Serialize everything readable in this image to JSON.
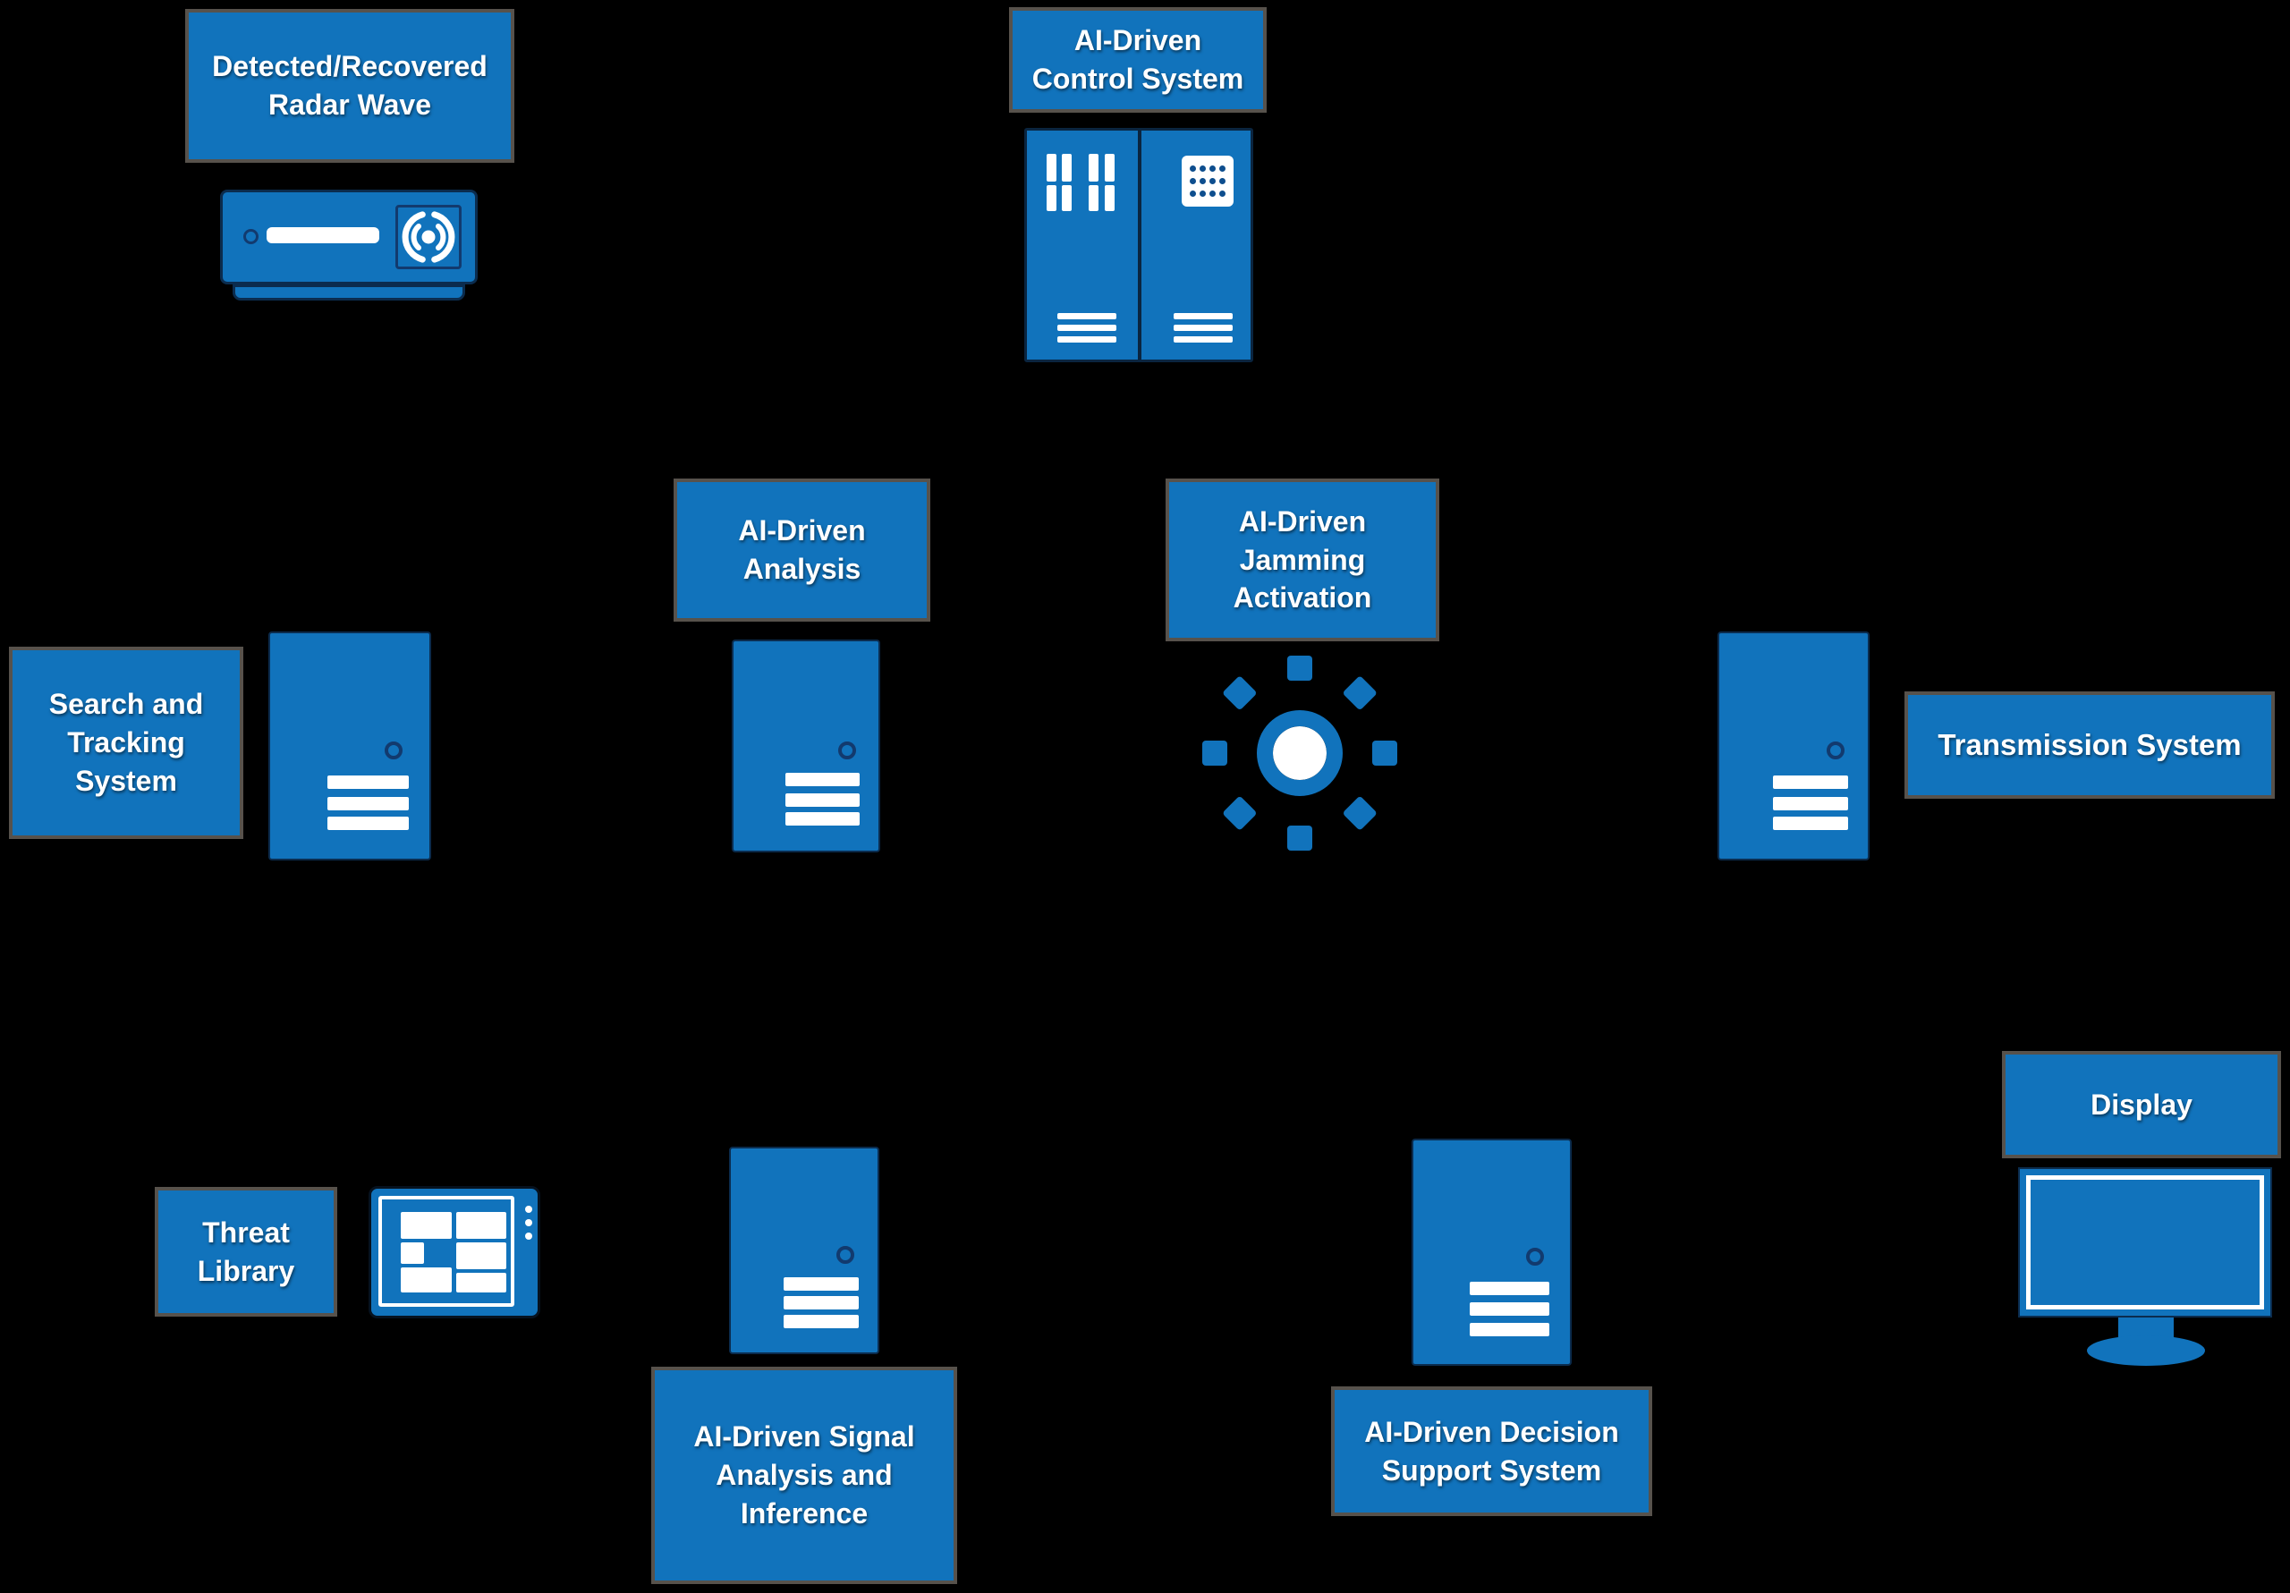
{
  "diagram": {
    "background": "#000000",
    "accent_blue": "#1173bc",
    "label_box_border": "#57524c",
    "text_color": "#ffffff",
    "nodes": {
      "detected_radar_wave": {
        "label": "Detected/Recovered\nRadar Wave",
        "icon": "radar-receiver-icon"
      },
      "control_system": {
        "label": "AI-Driven\nControl System",
        "icon": "server-cabinet-icon"
      },
      "analysis": {
        "label": "AI-Driven\nAnalysis",
        "icon": "server-tower-icon"
      },
      "jamming_activation": {
        "label": "AI-Driven\nJamming\nActivation",
        "icon": "gear-icon"
      },
      "search_tracking": {
        "label": "Search and\nTracking\nSystem",
        "icon": "server-tower-icon"
      },
      "transmission": {
        "label": "Transmission System",
        "icon": "server-tower-icon"
      },
      "display": {
        "label": "Display",
        "icon": "monitor-icon"
      },
      "threat_library": {
        "label": "Threat\nLibrary",
        "icon": "tablet-icon"
      },
      "signal_analysis": {
        "label": "AI-Driven Signal\nAnalysis and\nInference",
        "icon": "server-tower-icon"
      },
      "decision_support": {
        "label": "AI-Driven Decision\nSupport System",
        "icon": "server-tower-icon"
      }
    }
  }
}
